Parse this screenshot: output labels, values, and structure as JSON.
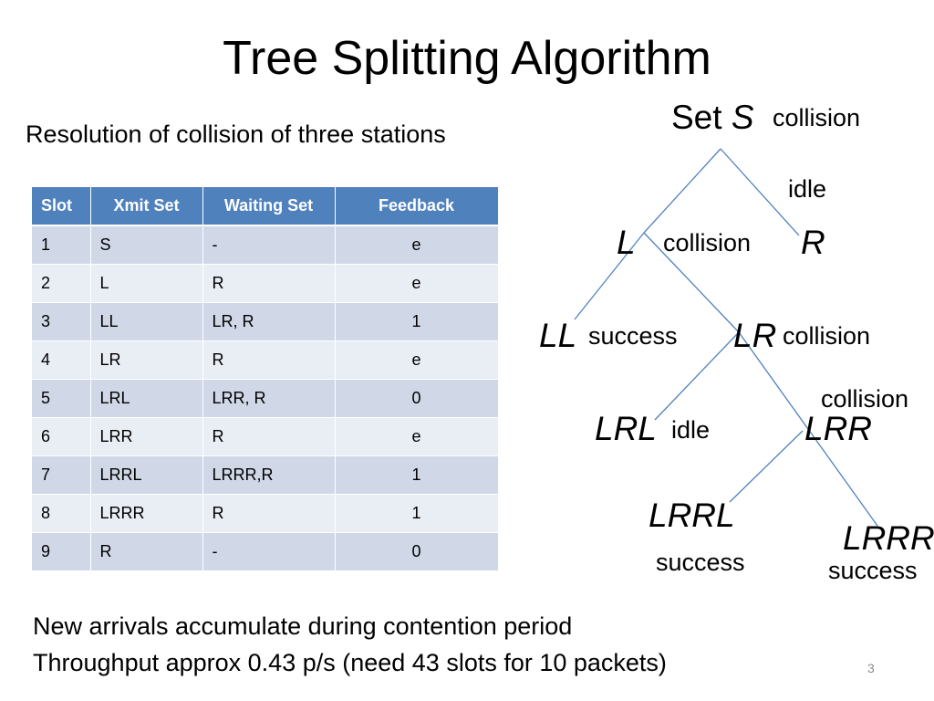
{
  "title": "Tree Splitting Algorithm",
  "subtitle": "Resolution of collision of three stations",
  "table": {
    "headers": [
      "Slot",
      "Xmit Set",
      "Waiting Set",
      "Feedback"
    ],
    "rows": [
      [
        "1",
        "S",
        "-",
        "e"
      ],
      [
        "2",
        "L",
        "R",
        "e"
      ],
      [
        "3",
        "LL",
        "LR, R",
        "1"
      ],
      [
        "4",
        "LR",
        "R",
        "e"
      ],
      [
        "5",
        "LRL",
        "LRR, R",
        "0"
      ],
      [
        "6",
        "LRR",
        "R",
        "e"
      ],
      [
        "7",
        "LRRL",
        "LRRR,R",
        "1"
      ],
      [
        "8",
        "LRRR",
        "R",
        "1"
      ],
      [
        "9",
        "R",
        "-",
        "0"
      ]
    ]
  },
  "tree": {
    "root_prefix": "Set",
    "root": "S",
    "root_outcome": "collision",
    "R_outcome": "idle",
    "nodes": {
      "L": "L",
      "R": "R",
      "LL": "LL",
      "LR": "LR",
      "LRL": "LRL",
      "LRR": "LRR",
      "LRRL": "LRRL",
      "LRRR": "LRRR"
    },
    "L_outcome": "collision",
    "LL_outcome": "success",
    "LR_outcome": "collision",
    "LRL_outcome": "idle",
    "LRR_outcome": "collision",
    "LRRL_outcome": "success",
    "LRRR_outcome": "success",
    "line_color": "#4f81bd"
  },
  "notes": [
    "New arrivals accumulate during contention period",
    "Throughput  approx 0.43 p/s (need 43 slots for 10 packets)"
  ],
  "page_number": "3"
}
